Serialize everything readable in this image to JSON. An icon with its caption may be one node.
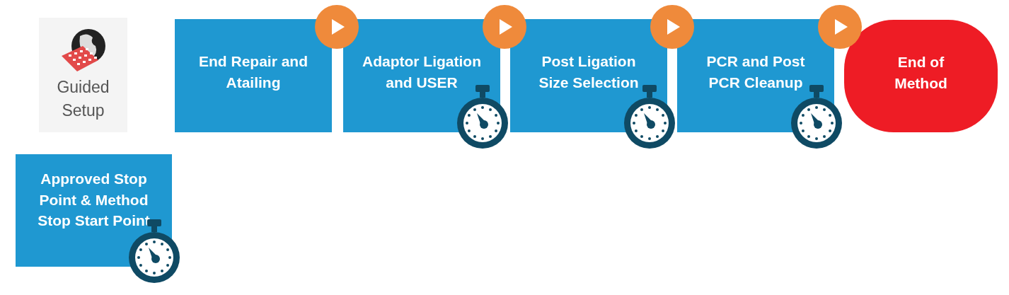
{
  "diagram": {
    "nodes": [
      {
        "text": [
          "Guided Setup"
        ]
      },
      {
        "text": [
          "End Repair and Atailing"
        ]
      },
      {
        "text": [
          "Adaptor Ligation and USER"
        ]
      },
      {
        "text": [
          "Post Ligation Size Selection"
        ]
      },
      {
        "text": [
          "PCR and Post PCR Cleanup"
        ]
      },
      {
        "text": [
          "End of Method"
        ]
      },
      {
        "text": [
          "Approved Stop Point & Method Stop Start Point"
        ]
      }
    ]
  }
}
